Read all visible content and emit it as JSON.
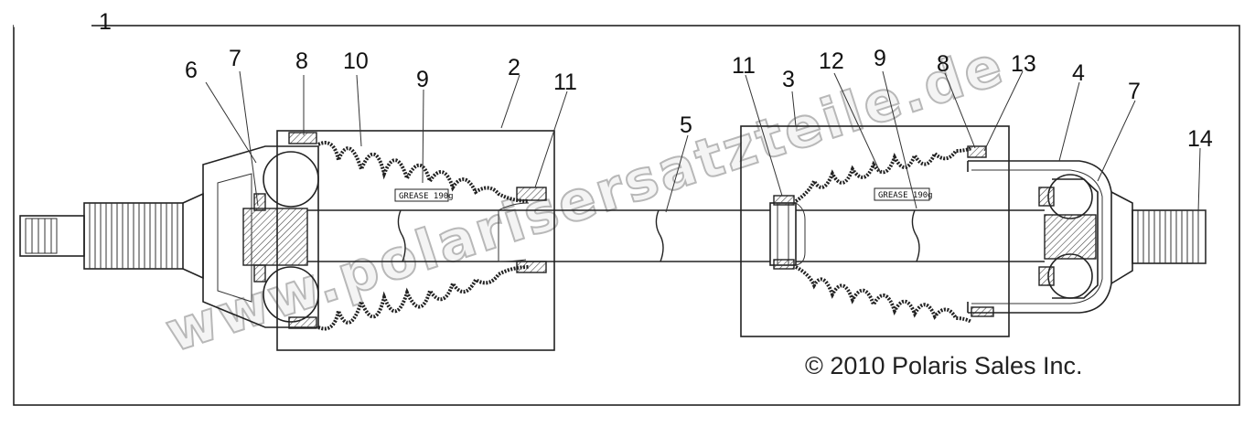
{
  "callouts": [
    "1",
    "2",
    "3",
    "4",
    "5",
    "6",
    "7",
    "7",
    "8",
    "8",
    "9",
    "9",
    "10",
    "11",
    "11",
    "12",
    "13",
    "14"
  ],
  "grease_labels": [
    "GREASE 190g",
    "GREASE 190g"
  ],
  "copyright": "© 2010 Polaris Sales Inc.",
  "watermark": "www.polarisersatzteile.de"
}
